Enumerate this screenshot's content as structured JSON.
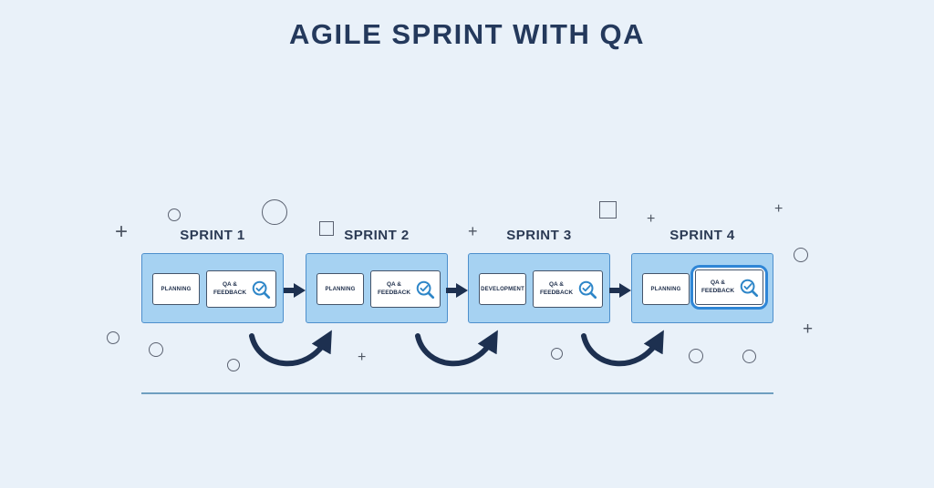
{
  "title": "AGILE SPRINT WITH QA",
  "sprints": [
    {
      "label": "SPRINT 1",
      "step1": "PLANNING",
      "step2": "QA & FEEDBACK",
      "qa_highlighted": false
    },
    {
      "label": "SPRINT 2",
      "step1": "PLANNING",
      "step2": "QA & FEEDBACK",
      "qa_highlighted": false
    },
    {
      "label": "SPRINT 3",
      "step1": "DEVELOPMENT",
      "step2": "QA & FEEDBACK",
      "qa_highlighted": false
    },
    {
      "label": "SPRINT 4",
      "step1": "PLANNING",
      "step2": "QA & FEEDBACK",
      "qa_highlighted": true
    }
  ],
  "icons": {
    "plus": "+",
    "magnifier_check": "magnifier-with-checkmark"
  },
  "colors": {
    "background": "#e9f1f9",
    "title": "#24395c",
    "sprint_box_fill": "#a6d2f2",
    "sprint_box_border": "#4d8fcc",
    "step_box_border": "#44546a",
    "arrow": "#1d3050",
    "magnifier": "#2e86c8",
    "highlight_border": "#2f86d6",
    "baseline": "#6f9fc0",
    "decoration": "#5a6170"
  }
}
